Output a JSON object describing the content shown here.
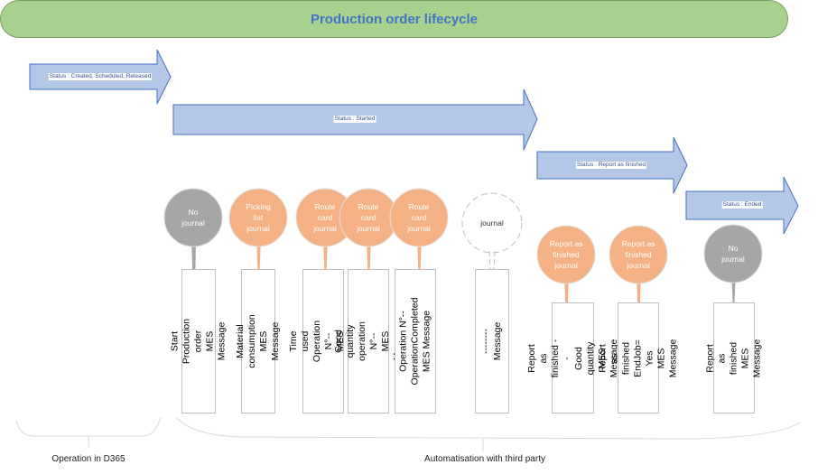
{
  "title": "Production order lifecycle",
  "colors": {
    "title_fill": "#a9d18e",
    "title_text": "#4472c4",
    "arrow_fill": "#b4c7e7",
    "arrow_stroke": "#4472c4",
    "journal_fill": "#f4b183",
    "no_journal_fill": "#a6a6a6"
  },
  "status_arrows": [
    {
      "label": "Status : Created, Scheduled, Released"
    },
    {
      "label": "Status : Started"
    },
    {
      "label": "Status : Report as finished"
    },
    {
      "label": "Status : Ended"
    }
  ],
  "steps": [
    {
      "journal": "No\njournal",
      "journal_type": "none",
      "message": "Start Production order\nMES Message"
    },
    {
      "journal": "Picking\nlist\njournal",
      "journal_type": "journal",
      "message": "Material consumption\nMES Message"
    },
    {
      "journal": "Route\ncard\njournal",
      "journal_type": "journal",
      "message": "Time used\nOperation N°--\nMES Message"
    },
    {
      "journal": "Route\ncard\njournal",
      "journal_type": "journal",
      "message": "Good quantity\noperation N°-- MES\nMessage"
    },
    {
      "journal": "Route\ncard\njournal",
      "journal_type": "journal",
      "message": "Operation N°--\nOperationCompleted\nMES Message"
    },
    {
      "journal": "journal",
      "journal_type": "placeholder",
      "message": "--------\nMessage"
    },
    {
      "journal": "Report as\nfinished\njournal",
      "journal_type": "journal",
      "message": "Report as finished --\nGood quantity\nMES Message"
    },
    {
      "journal": "Report as\nfinished\njournal",
      "journal_type": "journal",
      "message": "Report as finished\nEndJob= Yes\nMES Message"
    },
    {
      "journal": "No\njournal",
      "journal_type": "none",
      "message": "Report as finished\nMES Message"
    }
  ],
  "brackets": [
    {
      "label": "Operation in D365"
    },
    {
      "label": "Automatisation with third party"
    }
  ]
}
